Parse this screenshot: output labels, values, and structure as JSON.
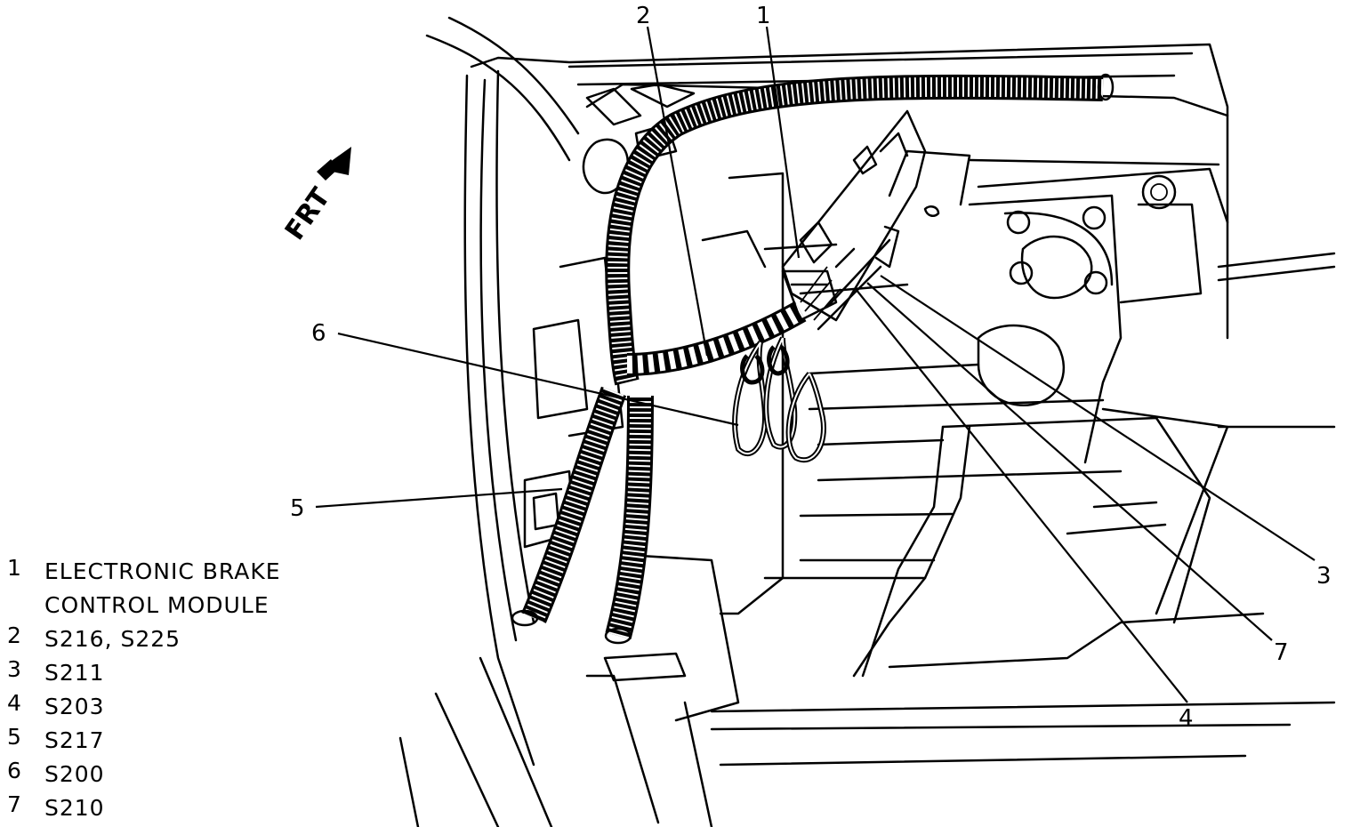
{
  "orientation": {
    "label": "FRT",
    "icon": "front-arrow-icon"
  },
  "callouts": [
    {
      "number": "1"
    },
    {
      "number": "2"
    },
    {
      "number": "3"
    },
    {
      "number": "4"
    },
    {
      "number": "5"
    },
    {
      "number": "6"
    },
    {
      "number": "7"
    }
  ],
  "legend": [
    {
      "number": "1",
      "text": "ELECTRONIC BRAKE CONTROL MODULE"
    },
    {
      "number": "2",
      "text": "S216, S225"
    },
    {
      "number": "3",
      "text": "S211"
    },
    {
      "number": "4",
      "text": "S203"
    },
    {
      "number": "5",
      "text": "S217"
    },
    {
      "number": "6",
      "text": "S200"
    },
    {
      "number": "7",
      "text": "S210"
    }
  ]
}
